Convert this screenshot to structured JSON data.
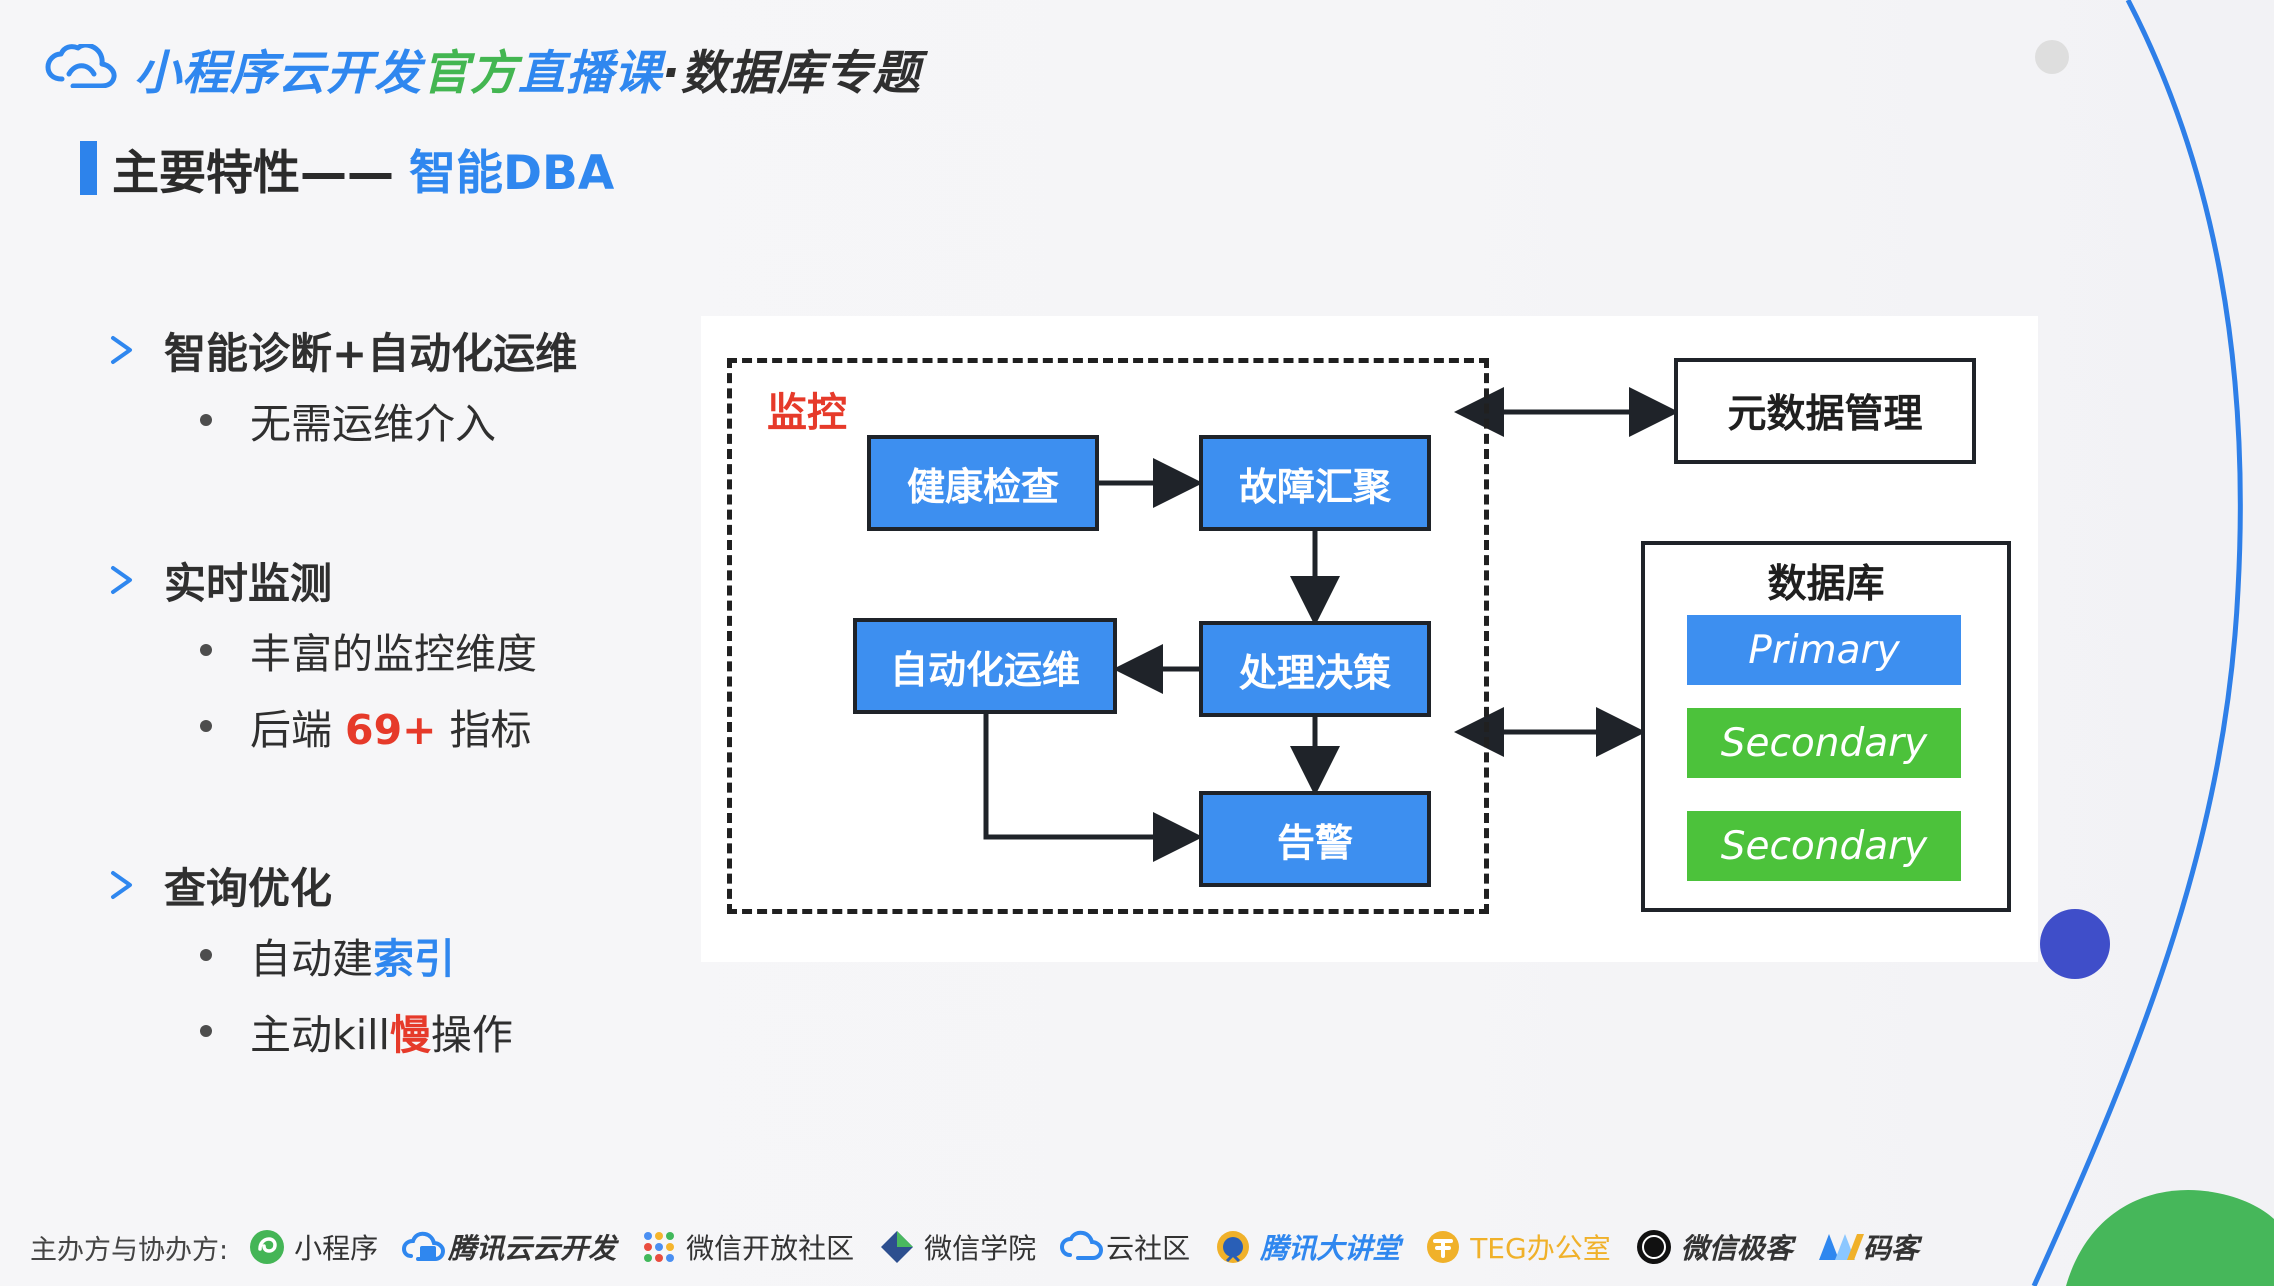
{
  "header": {
    "title_part1": "小程序云开发",
    "title_part2": "官方",
    "title_part3": "直播课",
    "title_part4": "·数据库专题",
    "logo_icon": "cloud-logo-icon"
  },
  "section": {
    "title_prefix": "主要特性——",
    "title_highlight": "智能DBA"
  },
  "left": {
    "groups": [
      {
        "heading": "智能诊断+自动化运维",
        "items": [
          {
            "text": "无需运维介入"
          }
        ]
      },
      {
        "heading": "实时监测",
        "items": [
          {
            "text": "丰富的监控维度"
          },
          {
            "prefix": "后端 ",
            "emphasis": "69+",
            "suffix": " 指标"
          }
        ]
      },
      {
        "heading": "查询优化",
        "items": [
          {
            "prefix": "自动建",
            "emphasis": "索引"
          },
          {
            "prefix": "主动kill",
            "emphasis": "慢",
            "suffix": "操作"
          }
        ]
      }
    ]
  },
  "diagram": {
    "monitor_label": "监控",
    "boxes": {
      "health": "健康检查",
      "fault": "故障汇聚",
      "decision": "处理决策",
      "auto_ops": "自动化运维",
      "alert": "告警",
      "metadata": "元数据管理",
      "database": "数据库"
    },
    "db_nodes": [
      "Primary",
      "Secondary",
      "Secondary"
    ]
  },
  "footer": {
    "label": "主办方与协办方:",
    "partners": [
      {
        "name": "小程序",
        "icon": "miniapp-icon"
      },
      {
        "name": "腾讯云云开发",
        "icon": "tencent-cloud-icon"
      },
      {
        "name": "微信开放社区",
        "icon": "dots-grid-icon"
      },
      {
        "name": "微信学院",
        "icon": "wechat-academy-icon"
      },
      {
        "name": "云社区",
        "icon": "cloud-community-icon"
      },
      {
        "name": "腾讯大讲堂",
        "icon": "award-icon"
      },
      {
        "name": "TEG办公室",
        "icon": "teg-icon"
      },
      {
        "name": "微信极客",
        "icon": "wegeek-icon"
      },
      {
        "name": "码客",
        "icon": "mk-icon"
      }
    ]
  },
  "colors": {
    "blue": "#2f87ef",
    "green": "#43b651",
    "red": "#e63a2a",
    "dark": "#2f2f2f"
  }
}
